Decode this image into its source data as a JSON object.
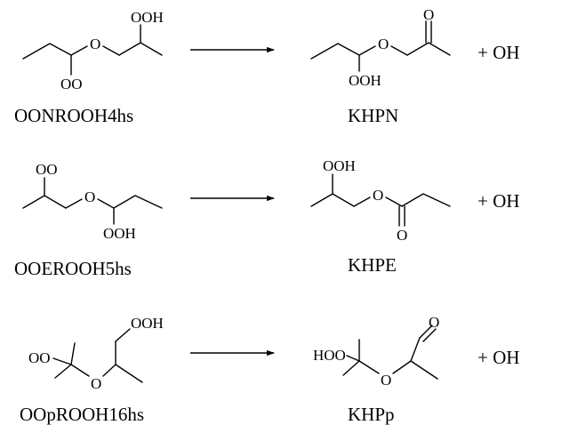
{
  "reactions": [
    {
      "reactant": {
        "name": "OONROOH4hs",
        "labels": {
          "ooh": "OOH",
          "oo": "OO",
          "o": "O"
        }
      },
      "product": {
        "name": "KHPN",
        "labels": {
          "o": "O",
          "ooh": "OOH",
          "carbonyl_o": "O"
        }
      },
      "coproduct": "+ OH"
    },
    {
      "reactant": {
        "name": "OOEROOH5hs",
        "labels": {
          "oo": "OO",
          "o": "O",
          "ooh": "OOH"
        }
      },
      "product": {
        "name": "KHPE",
        "labels": {
          "ooh": "OOH",
          "o": "O",
          "carbonyl_o": "O"
        }
      },
      "coproduct": "+ OH"
    },
    {
      "reactant": {
        "name": "OOpROOH16hs",
        "labels": {
          "ooh": "OOH",
          "oo": "OO",
          "o": "O"
        }
      },
      "product": {
        "name": "KHPp",
        "labels": {
          "hoo": "HOO",
          "o": "O",
          "carbonyl_o": "O"
        }
      },
      "coproduct": "+ OH"
    }
  ]
}
